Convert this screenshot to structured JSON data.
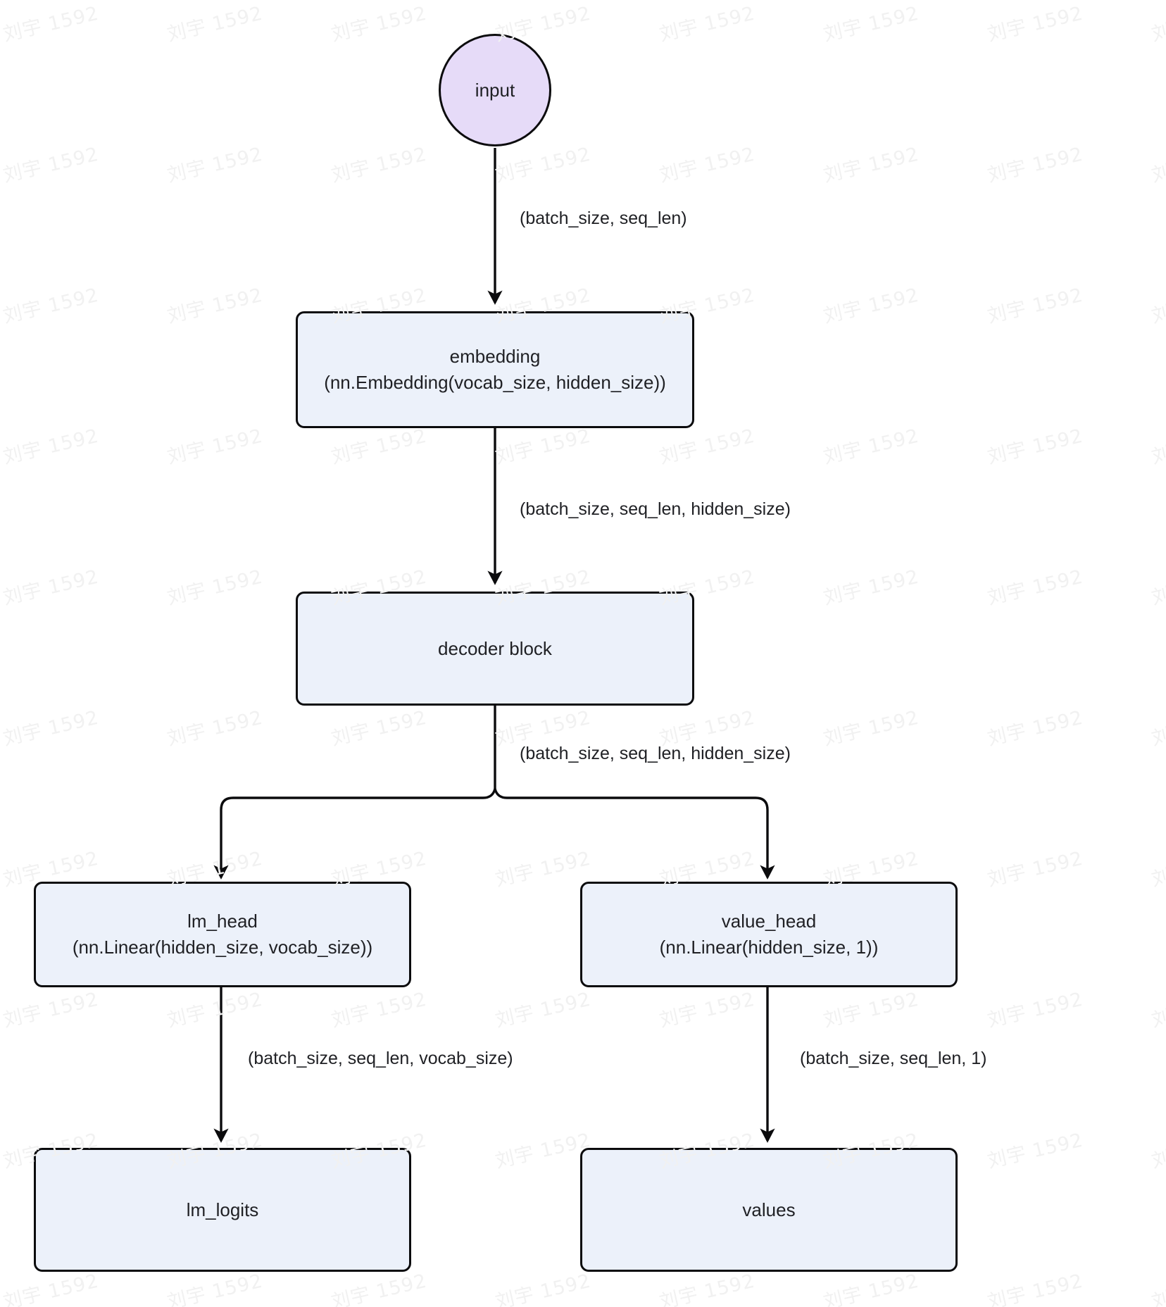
{
  "diagram": {
    "type": "flowchart",
    "direction": "top-down",
    "title": "",
    "watermark": {
      "text": "刘宇 1592",
      "color": "#f1f1f1",
      "angle_deg": -13
    },
    "palette": {
      "node_fill": "#ecf1fa",
      "node_stroke": "#0b0b0d",
      "start_fill": "#e6dbf8",
      "text": "#1f2024",
      "background": "#ffffff"
    },
    "nodes": [
      {
        "id": "input",
        "label": "input",
        "sublabel": "",
        "shape": "circle"
      },
      {
        "id": "embedding",
        "label": "embedding",
        "sublabel": "(nn.Embedding(vocab_size, hidden_size))",
        "shape": "rounded-rect"
      },
      {
        "id": "decoder",
        "label": "decoder block",
        "sublabel": "",
        "shape": "rounded-rect"
      },
      {
        "id": "lm_head",
        "label": "lm_head",
        "sublabel": "(nn.Linear(hidden_size, vocab_size))",
        "shape": "rounded-rect"
      },
      {
        "id": "value_head",
        "label": "value_head",
        "sublabel": "(nn.Linear(hidden_size, 1))",
        "shape": "rounded-rect"
      },
      {
        "id": "lm_logits",
        "label": "lm_logits",
        "sublabel": "",
        "shape": "rounded-rect"
      },
      {
        "id": "values",
        "label": "values",
        "sublabel": "",
        "shape": "rounded-rect"
      }
    ],
    "edges": [
      {
        "from": "input",
        "to": "embedding",
        "label": "(batch_size, seq_len)"
      },
      {
        "from": "embedding",
        "to": "decoder",
        "label": "(batch_size, seq_len, hidden_size)"
      },
      {
        "from": "decoder",
        "to": "lm_head",
        "label": "(batch_size, seq_len, hidden_size)"
      },
      {
        "from": "decoder",
        "to": "value_head",
        "label": ""
      },
      {
        "from": "lm_head",
        "to": "lm_logits",
        "label": "(batch_size, seq_len, vocab_size)"
      },
      {
        "from": "value_head",
        "to": "values",
        "label": "(batch_size, seq_len, 1)"
      }
    ]
  }
}
